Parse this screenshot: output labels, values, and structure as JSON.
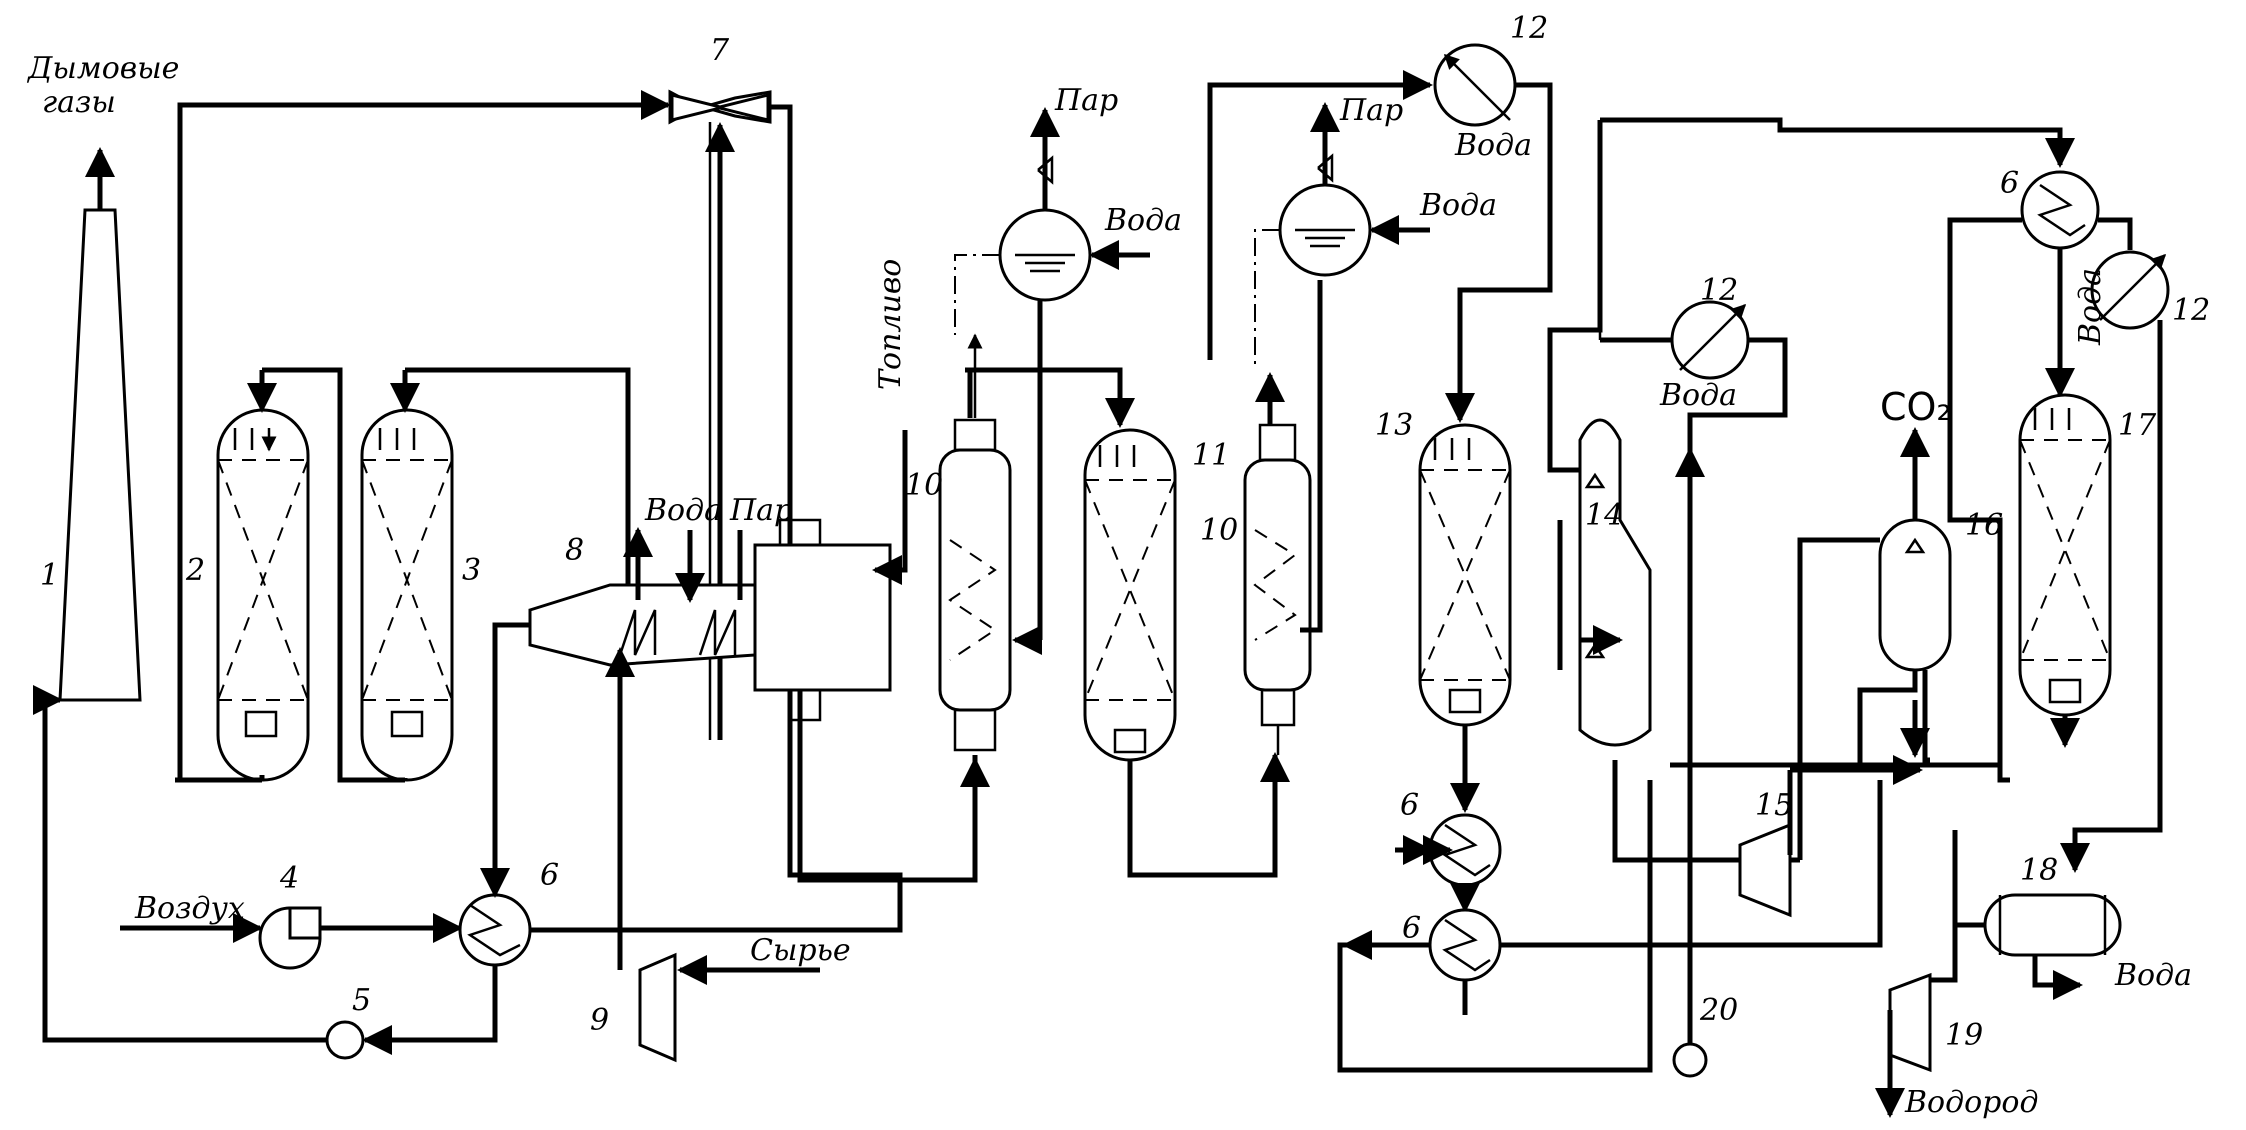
{
  "labels": {
    "flue_gas": [
      "Дымовые",
      "газы"
    ],
    "air": "Воздух",
    "feed": "Сырье",
    "fuel": "Топливо",
    "water": "Вода",
    "steam": "Пар",
    "hydrogen": "Водород",
    "co2": "CO₂"
  },
  "numbers": [
    "1",
    "2",
    "3",
    "4",
    "5",
    "6",
    "7",
    "8",
    "9",
    "10",
    "11",
    "12",
    "13",
    "14",
    "15",
    "16",
    "17",
    "18",
    "19",
    "20"
  ]
}
